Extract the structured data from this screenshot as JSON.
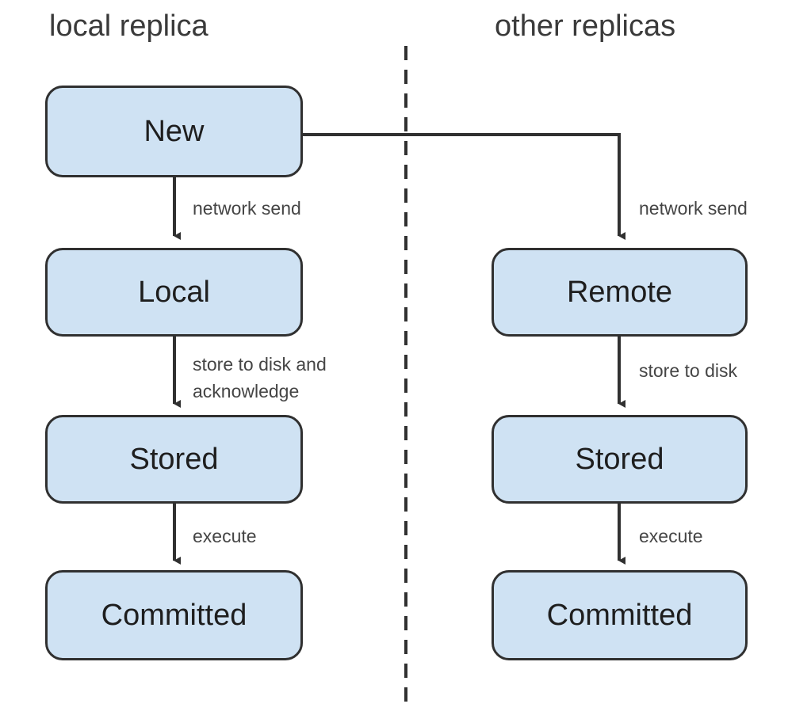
{
  "headings": {
    "left": "local replica",
    "right": "other replicas"
  },
  "nodes": {
    "new": "New",
    "local": "Local",
    "stored_left": "Stored",
    "committed_left": "Committed",
    "remote": "Remote",
    "stored_right": "Stored",
    "committed_right": "Committed"
  },
  "edges": {
    "new_to_local": "network send",
    "new_to_remote": "network send",
    "local_to_stored_line1": "store to disk and",
    "local_to_stored_line2": "acknowledge",
    "remote_to_stored": "store to disk",
    "stored_to_committed_left": "execute",
    "stored_to_committed_right": "execute"
  },
  "colors": {
    "node_fill": "#cfe2f3",
    "node_border": "#303030",
    "line": "#303030"
  }
}
